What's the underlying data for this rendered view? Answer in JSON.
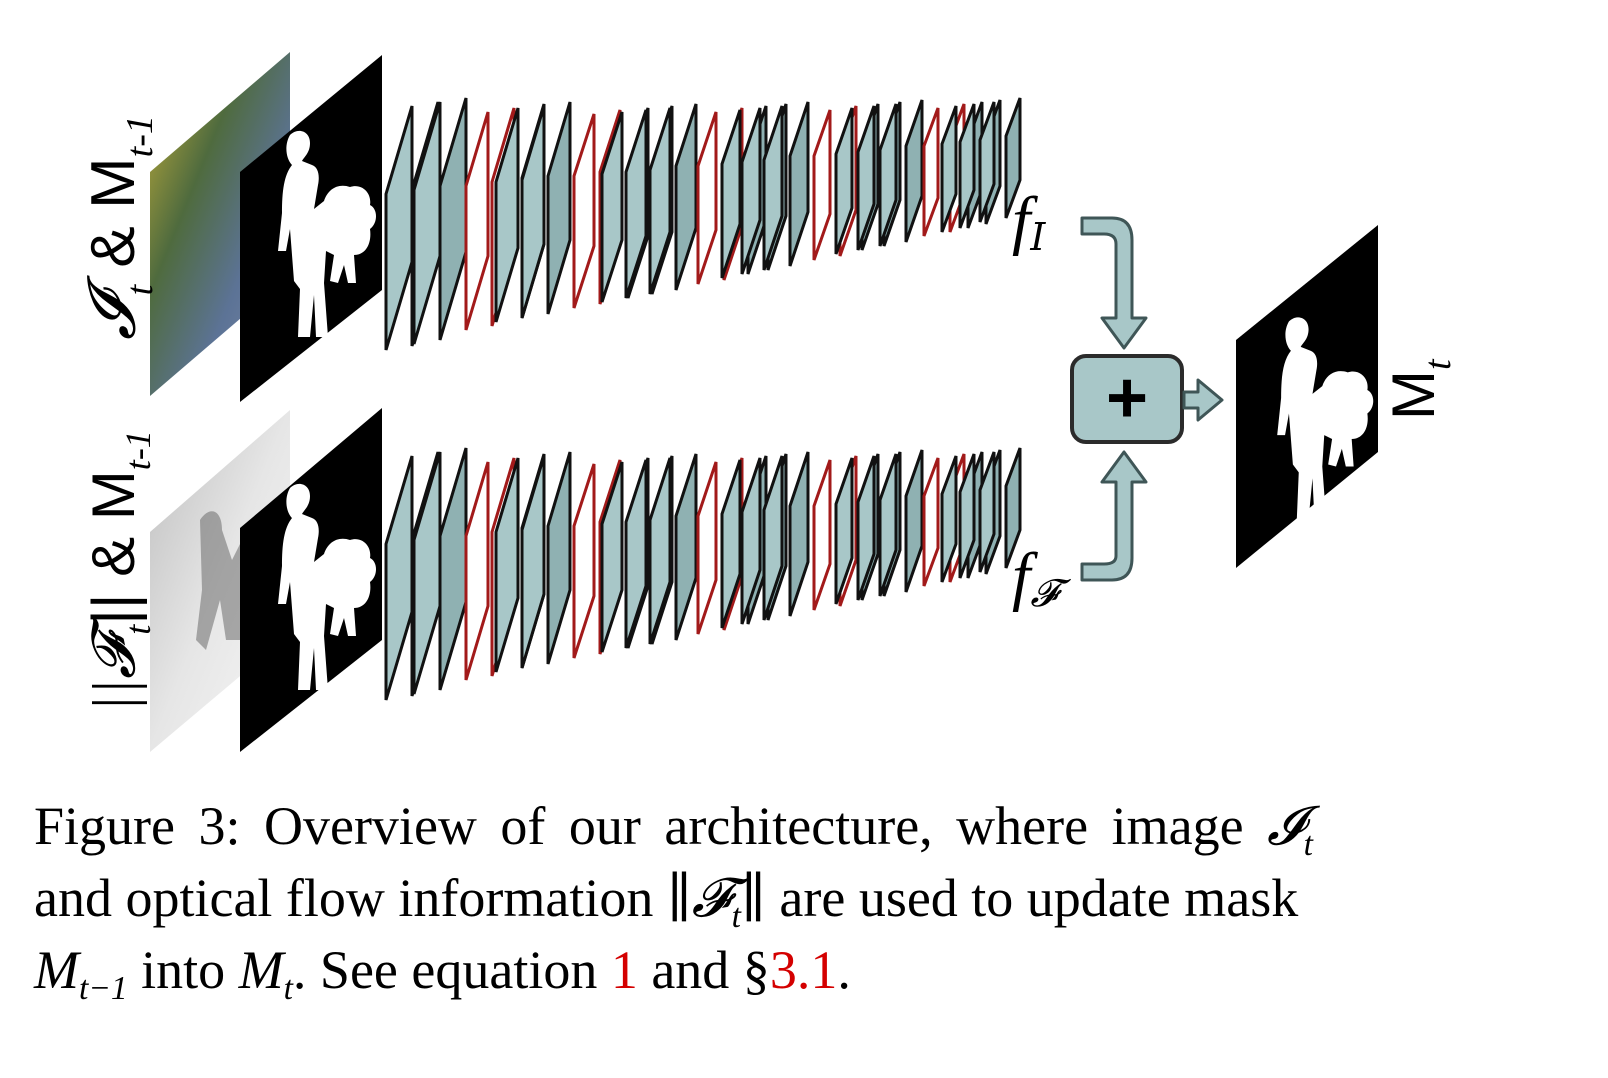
{
  "figure": {
    "left_labels": {
      "top": {
        "main": "𝓘",
        "sub_t": "t",
        "amp": " & M",
        "sub_t1": "t-1"
      },
      "bottom": {
        "main": "||𝓕",
        "sub_t": "t",
        "close": "|| & M",
        "sub_t1": "t-1"
      }
    },
    "feature_labels": {
      "top": {
        "f": "f",
        "sub": "𝐼"
      },
      "bottom": {
        "f": "f",
        "sub": "𝓕"
      }
    },
    "fusion_symbol": "+",
    "output_label": {
      "main": "M",
      "sub": "t"
    },
    "colors": {
      "layer_fill": "#a8c7c8",
      "layer_side": "#8fb1b2",
      "pool_border": "#a21a1a",
      "arrow_fill": "#a8c7c8",
      "arrow_stroke": "#3f5657"
    }
  },
  "caption": {
    "line1_a": "Figure 3: Overview of our architecture, where image ",
    "line1_sym": "𝓘",
    "line1_sub": "t",
    "line2_a": "and optical flow information ",
    "line2_sym": "∥𝓕",
    "line2_sub": "t",
    "line2_b": "∥ are used to update mask",
    "line3_m1": "M",
    "line3_m1_sub": "t−1",
    "line3_into": " into ",
    "line3_m2": "M",
    "line3_m2_sub": "t",
    "line3_see": ". See equation ",
    "line3_ref1": "1",
    "line3_and": " and §",
    "line3_ref2": "3.1",
    "line3_end": "."
  }
}
